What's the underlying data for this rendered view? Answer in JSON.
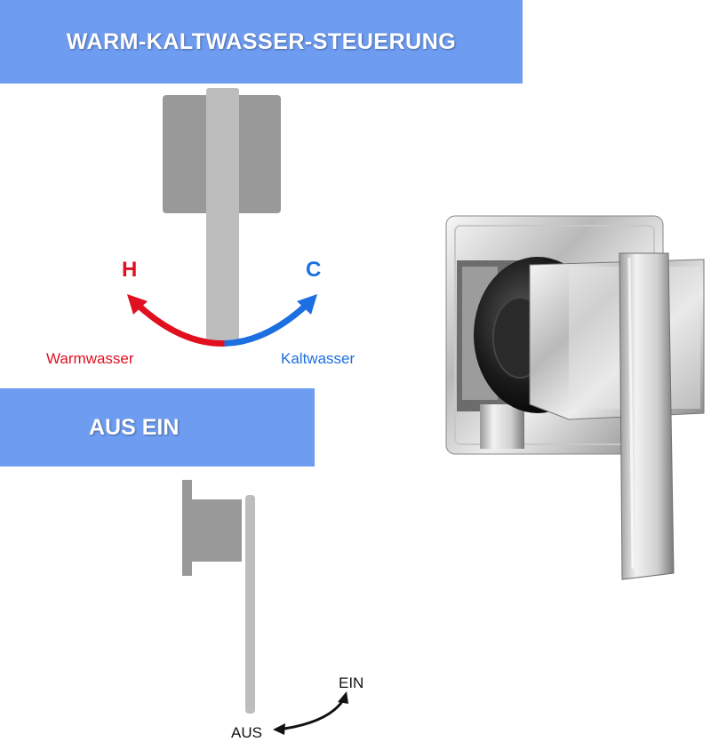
{
  "header": {
    "title": "WARM-KALTWASSER-STEUERUNG"
  },
  "temperature": {
    "hot_letter": "H",
    "cold_letter": "C",
    "hot_label": "Warmwasser",
    "cold_label": "Kaltwasser"
  },
  "switch": {
    "title": "AUS EIN",
    "on_label": "EIN",
    "off_label": "AUS"
  },
  "colors": {
    "banner": "#6e9cf0",
    "hot": "#e01020",
    "cold": "#1c6fe0",
    "handle_gray": "#bdbdbd",
    "plate_gray": "#999999"
  }
}
